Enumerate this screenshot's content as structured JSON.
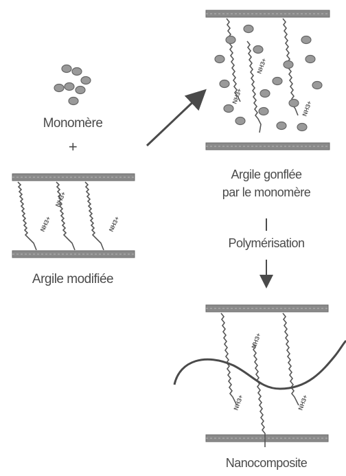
{
  "labels": {
    "monomer": "Monomère",
    "plus": "+",
    "modified_clay": "Argile modifiée",
    "swollen_clay_line1": "Argile gonflée",
    "swollen_clay_line2": "par le monomère",
    "polymerisation": "Polymérisation",
    "nanocomposite": "Nanocomposite"
  },
  "chain_label": "NH3+"
}
